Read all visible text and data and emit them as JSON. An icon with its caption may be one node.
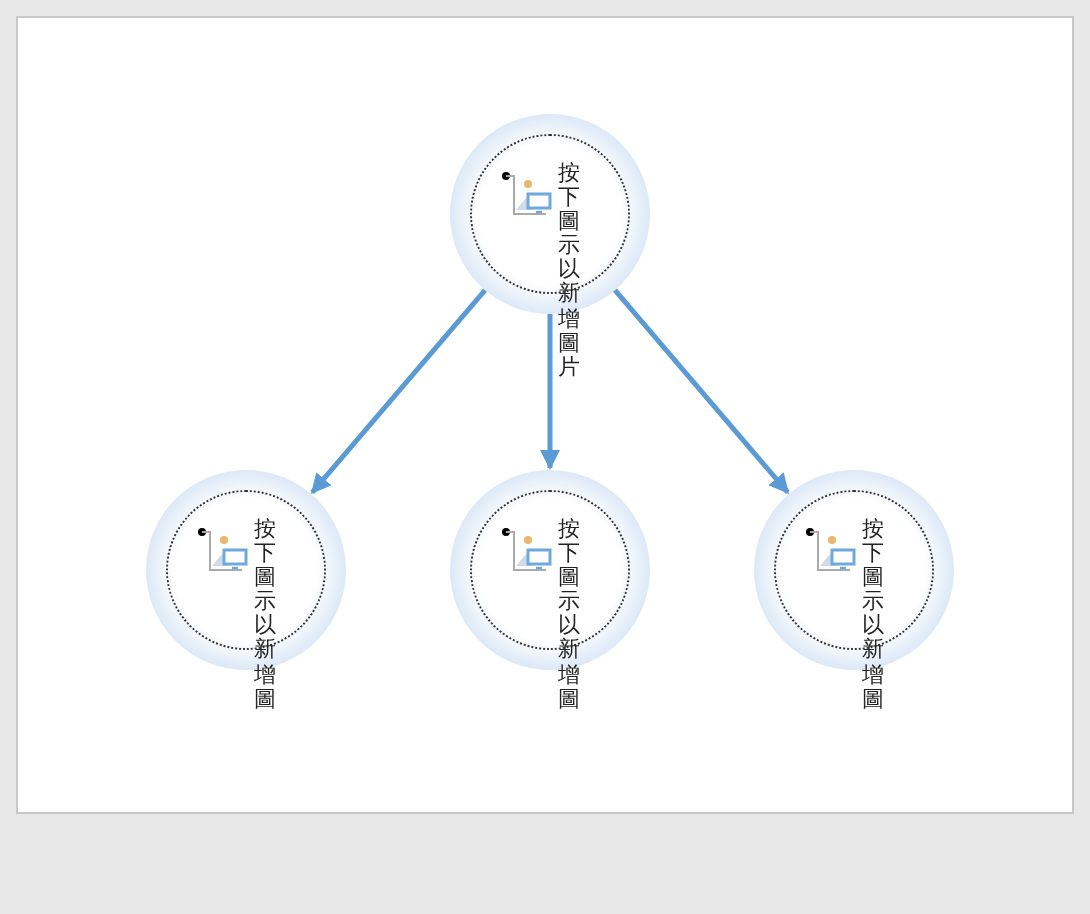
{
  "diagram": {
    "nodes": [
      {
        "text": [
          "按下圖示以新增圖片"
        ]
      },
      {
        "text": [
          "按下圖示以新增圖"
        ]
      },
      {
        "text": [
          "按下圖示以新增圖"
        ]
      },
      {
        "text": [
          "按下圖示以新增圖"
        ]
      }
    ],
    "edges": [
      {
        "from": 0,
        "to": 1,
        "arrow": "to"
      },
      {
        "from": 0,
        "to": 2,
        "arrow": "to"
      },
      {
        "from": 0,
        "to": 3,
        "arrow": "to"
      }
    ]
  }
}
